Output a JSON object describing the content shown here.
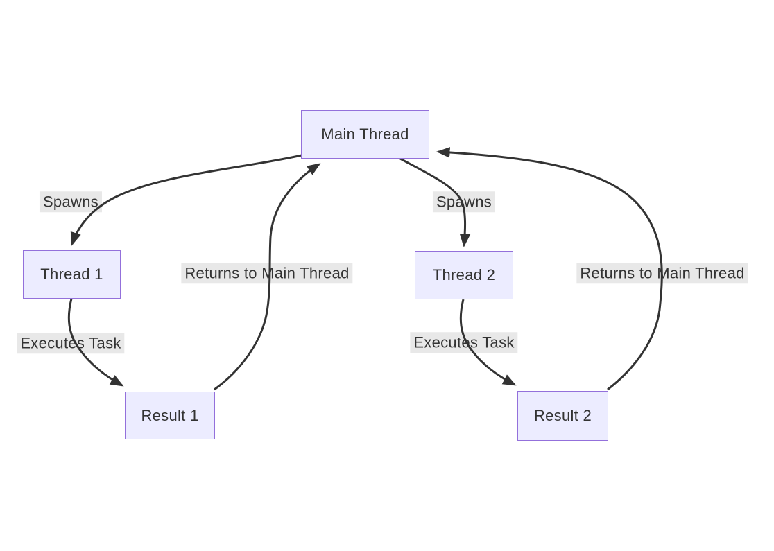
{
  "diagram": {
    "type": "flowchart",
    "nodes": [
      {
        "id": "main",
        "label": "Main Thread"
      },
      {
        "id": "thread1",
        "label": "Thread 1"
      },
      {
        "id": "result1",
        "label": "Result 1"
      },
      {
        "id": "thread2",
        "label": "Thread 2"
      },
      {
        "id": "result2",
        "label": "Result 2"
      }
    ],
    "edges": [
      {
        "from": "main",
        "to": "thread1",
        "label": "Spawns"
      },
      {
        "from": "thread1",
        "to": "result1",
        "label": "Executes Task"
      },
      {
        "from": "result1",
        "to": "main",
        "label": "Returns to Main Thread"
      },
      {
        "from": "main",
        "to": "thread2",
        "label": "Spawns"
      },
      {
        "from": "thread2",
        "to": "result2",
        "label": "Executes Task"
      },
      {
        "from": "result2",
        "to": "main",
        "label": "Returns to Main Thread"
      }
    ],
    "colors": {
      "node_fill": "#ECECFF",
      "node_border": "#9370DB",
      "edge": "#333333",
      "label_bg": "#e8e8e8",
      "text": "#333333"
    }
  }
}
